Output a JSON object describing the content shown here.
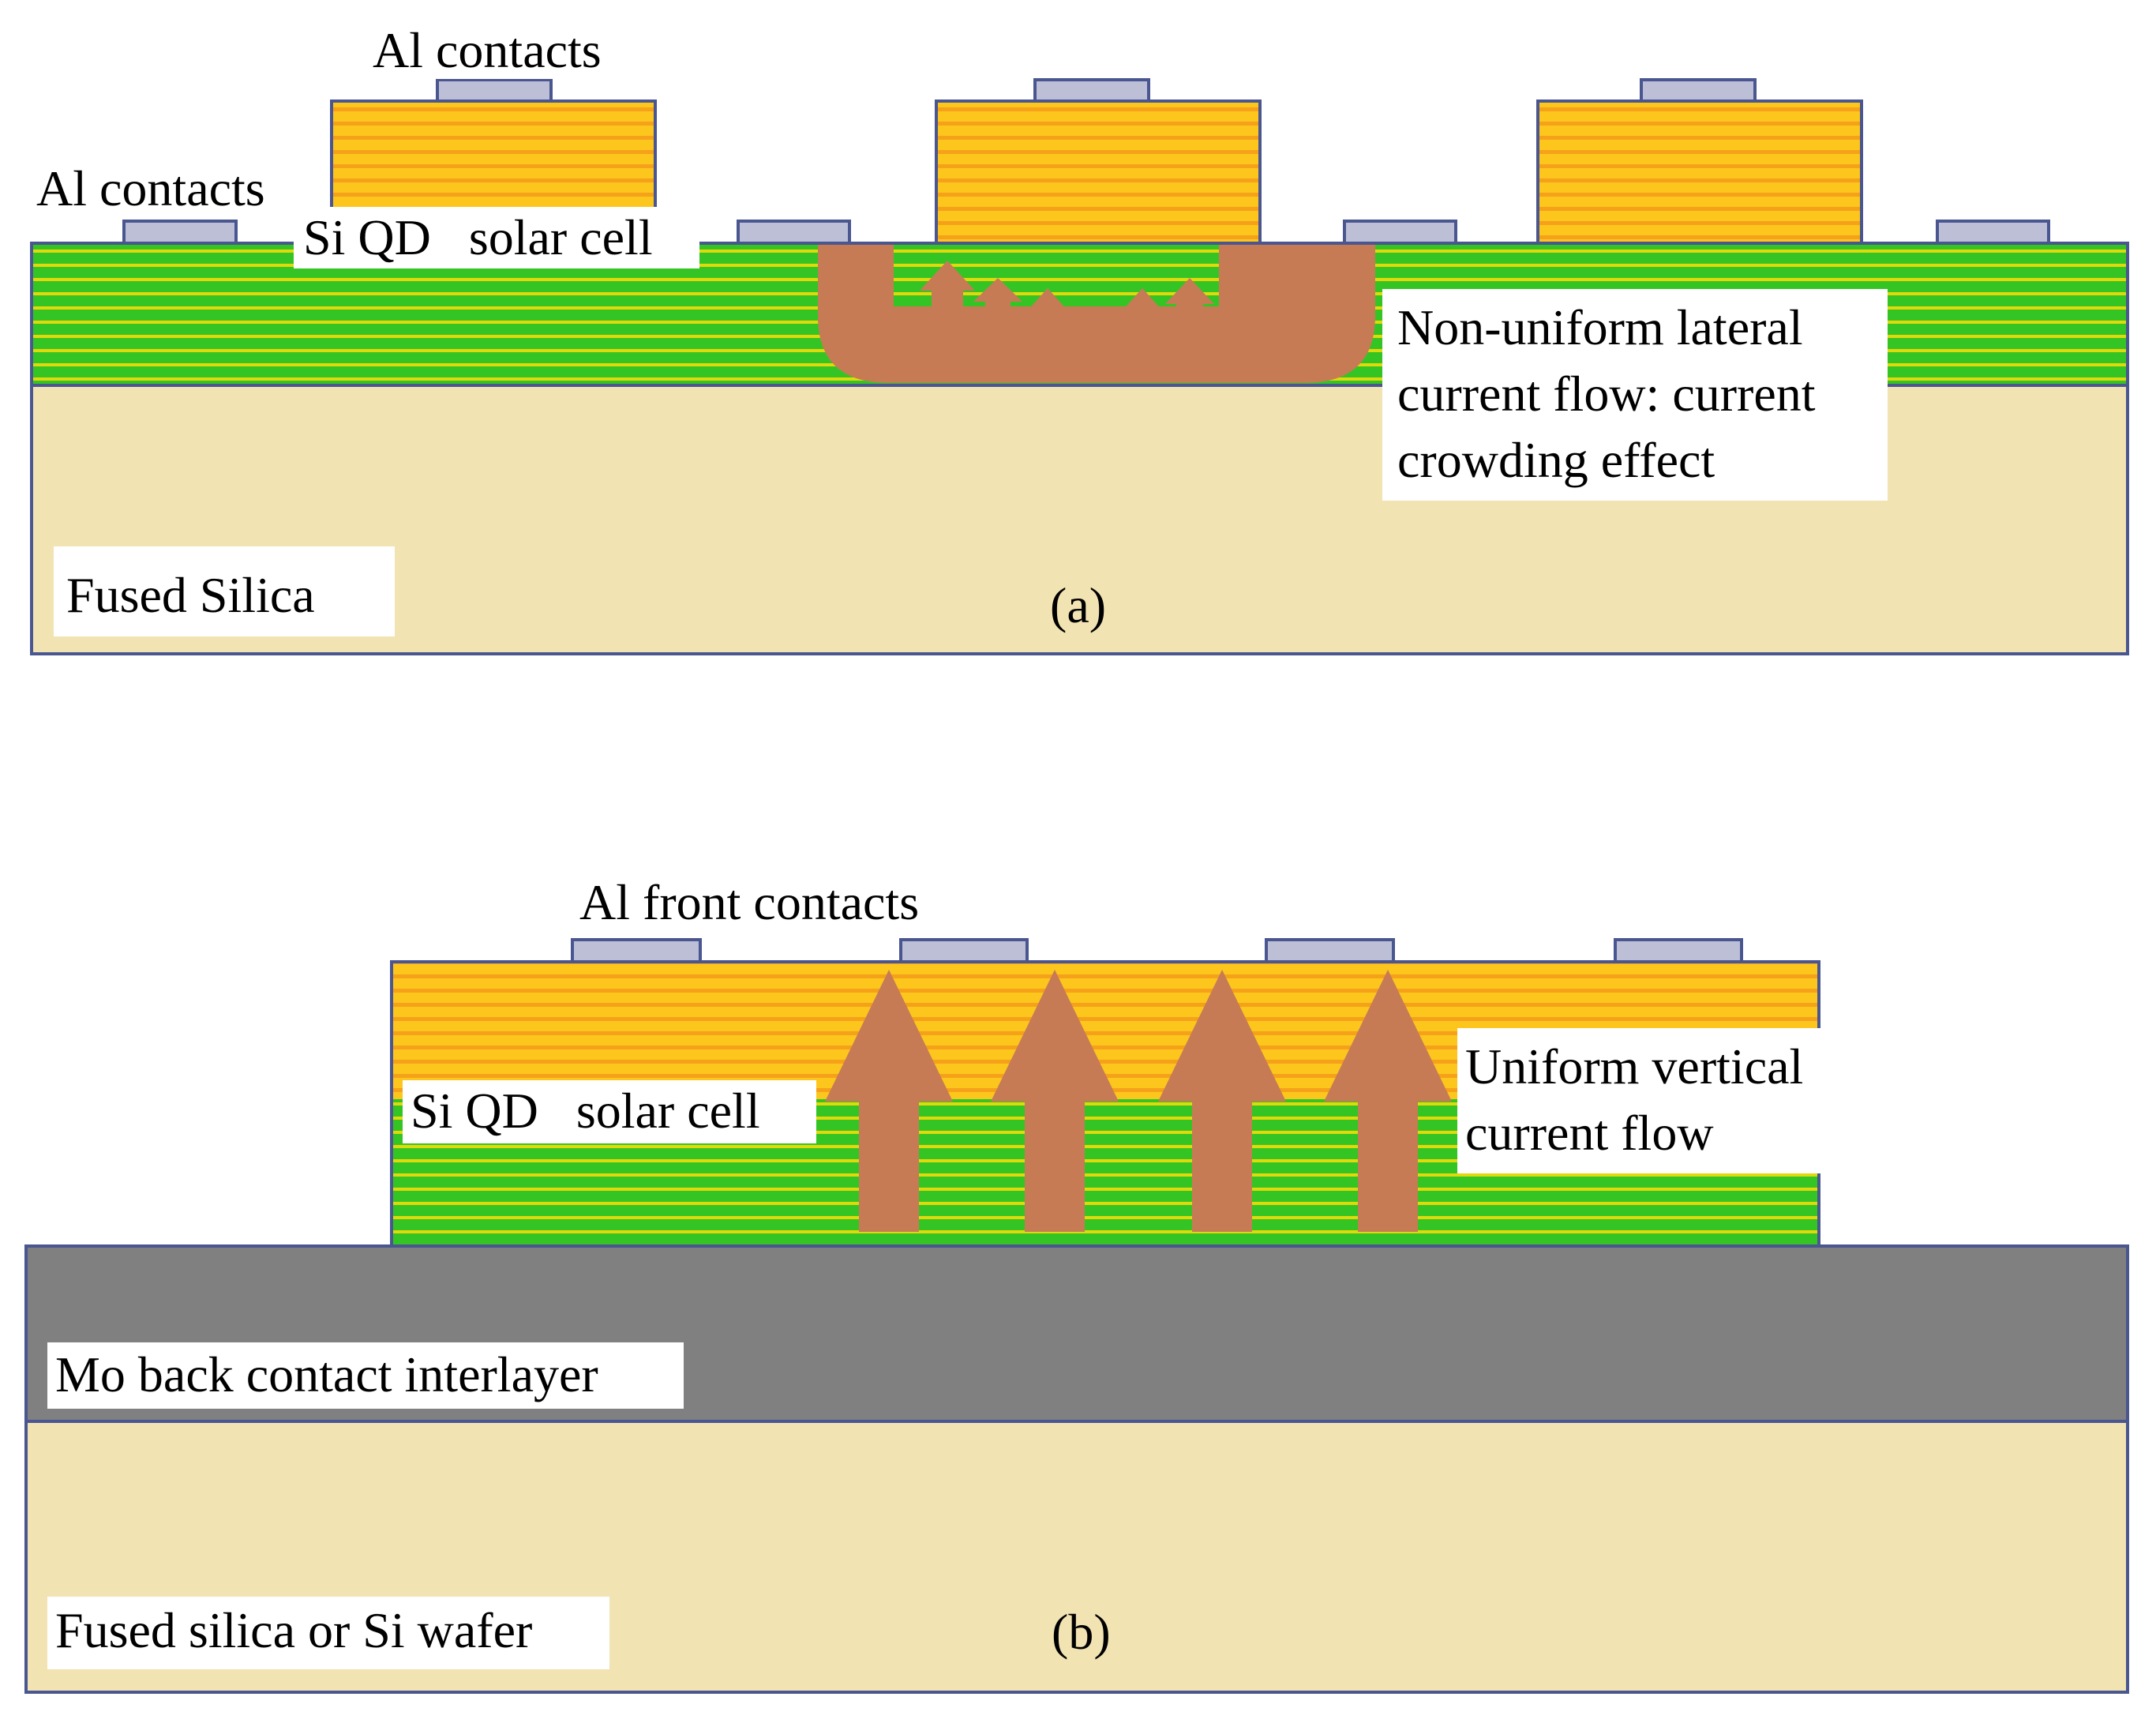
{
  "colors": {
    "background": "#ffffff",
    "outline": "#4a5690",
    "substrate": "#f2e3b3",
    "yellow_layer": "#fcc61c",
    "yellow_stripe": "#f6a11a",
    "green_layer": "#34c524",
    "green_stripe": "#e1d90c",
    "contact": "#bcbfd6",
    "arrow": "#c67b55",
    "mo_layer": "#808080"
  },
  "panel_a": {
    "caption": "(a)",
    "labels": {
      "top_contacts": "Al contacts",
      "left_contacts": "Al contacts",
      "cell": "Si QD   solar cell",
      "flow": [
        "Non-uniform lateral",
        "current flow: current",
        "crowding effect"
      ],
      "substrate": "Fused Silica"
    }
  },
  "panel_b": {
    "caption": "(b)",
    "labels": {
      "contacts": "Al front contacts",
      "cell": "Si QD   solar cell",
      "flow": [
        "Uniform vertical",
        "current flow"
      ],
      "mo": "Mo back contact interlayer",
      "substrate": "Fused silica or Si wafer"
    }
  }
}
